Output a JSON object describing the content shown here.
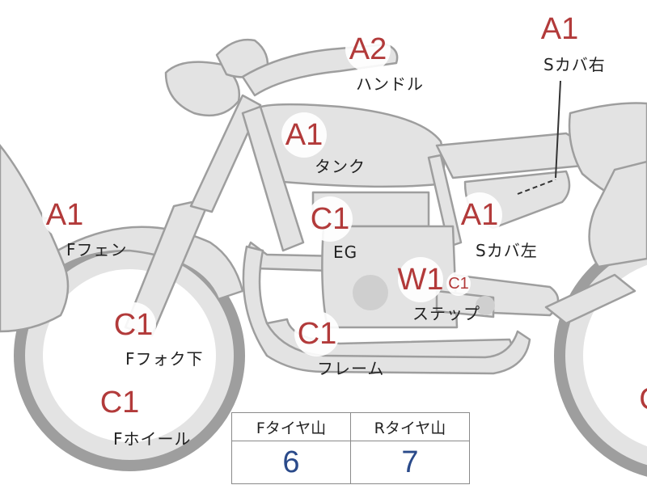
{
  "parts": [
    {
      "id": "handle",
      "grade": "A2",
      "label": "ハンドル"
    },
    {
      "id": "s-cover-right",
      "grade": "A1",
      "label": "Sカバ右"
    },
    {
      "id": "tank",
      "grade": "A1",
      "label": "タンク"
    },
    {
      "id": "f-fender",
      "grade": "A1",
      "label": "Fフェン"
    },
    {
      "id": "engine",
      "grade": "C1",
      "label": "EG"
    },
    {
      "id": "s-cover-left",
      "grade": "A1",
      "label": "Sカバ左"
    },
    {
      "id": "step",
      "grade": "W1",
      "grade2": "C1",
      "label": "ステップ"
    },
    {
      "id": "f-fork-lower",
      "grade": "C1",
      "label": "Fフォク下"
    },
    {
      "id": "frame",
      "grade": "C1",
      "label": "フレーム"
    },
    {
      "id": "f-wheel",
      "grade": "C1",
      "label": "Fホイール"
    },
    {
      "id": "r-wheel",
      "grade": "C"
    }
  ],
  "tire_table": {
    "headers": [
      "Fタイヤ山",
      "Rタイヤ山"
    ],
    "values": [
      "6",
      "7"
    ]
  },
  "colors": {
    "part_fill": "#e3e3e3",
    "part_stroke": "#9e9e9e",
    "grade_text": "#b23a3a",
    "tire_value_text": "#2a4a8a"
  }
}
